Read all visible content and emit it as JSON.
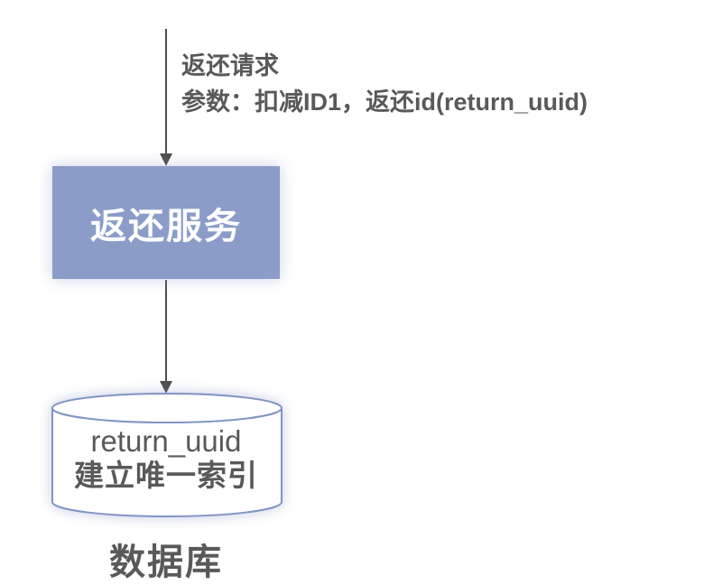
{
  "diagram": {
    "request_label": {
      "line1": "返还请求",
      "line2": "参数：扣减ID1，返还id(return_uuid)"
    },
    "service_box": {
      "label": "返还服务"
    },
    "database": {
      "line1": "return_uuid",
      "line2": "建立唯一索引",
      "caption": "数据库"
    },
    "colors": {
      "service_box_fill": "#8B9CC8",
      "service_box_text": "#FFFFFF",
      "cylinder_stroke": "#8094C6",
      "arrow": "#4D4D4D",
      "text": "#595959"
    }
  }
}
